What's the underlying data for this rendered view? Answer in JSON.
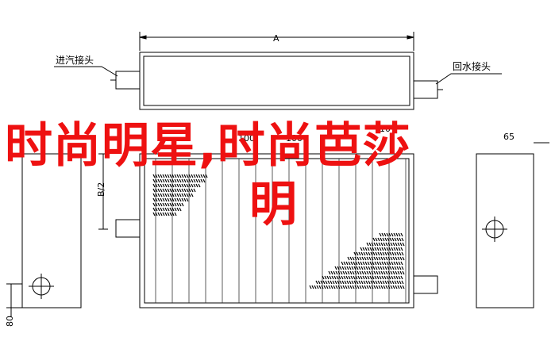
{
  "diagram": {
    "dimension_top": "A",
    "dimension_mid_left": "100",
    "dimension_mid_right": "100",
    "dimension_mid_far_right": "10",
    "dimension_right_edge": "65",
    "dimension_vertical_half": "B/2",
    "dimension_bottom_left": "80",
    "label_inlet": "进汽接头",
    "label_outlet": "回水接头",
    "stroke_color": "#000000"
  },
  "overlay": {
    "line1": "时尚明星,时尚芭莎",
    "line2": "明",
    "color": "#ee1111"
  }
}
